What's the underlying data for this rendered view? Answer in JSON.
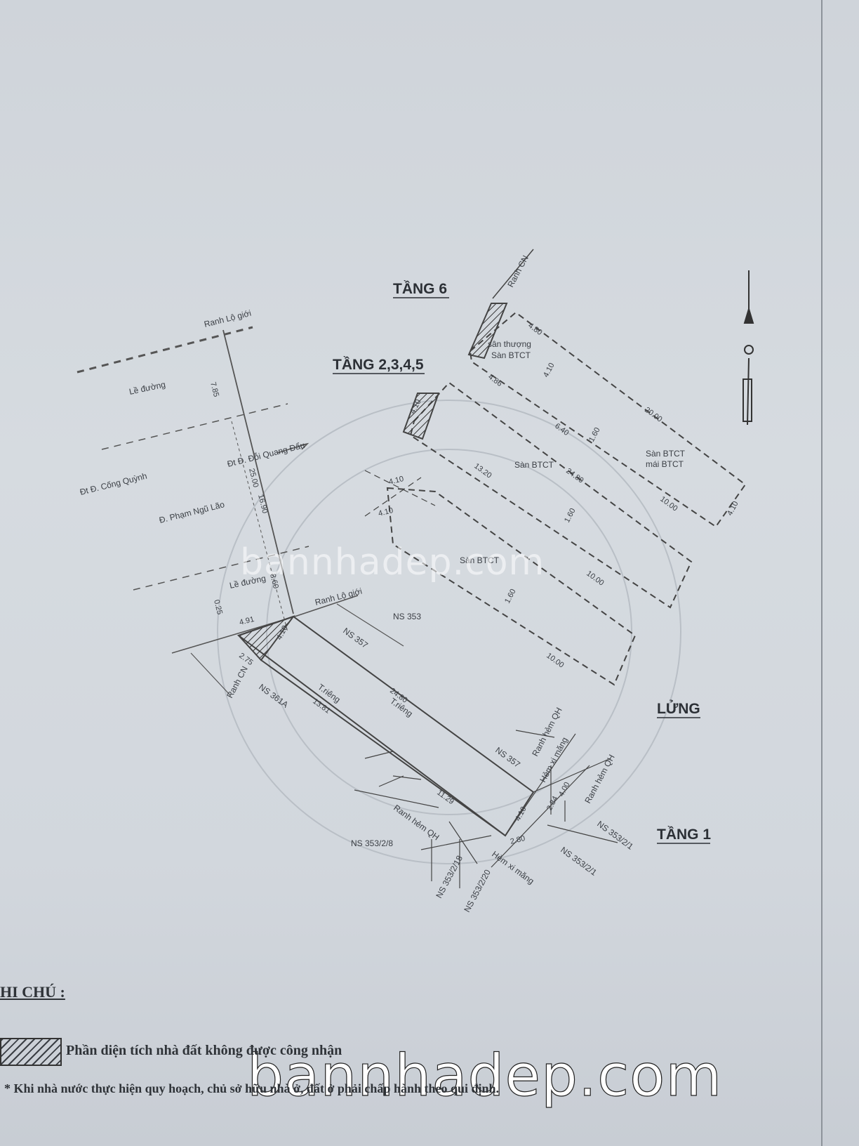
{
  "headings": {
    "tang6": "TẦNG 6",
    "tang2345": "TẦNG 2,3,4,5",
    "lung": "LỬNG",
    "tang1": "TẦNG 1"
  },
  "site_labels": {
    "ranh_lo_gioi": "Ranh Lộ giới",
    "ranh_lo_gioi_2": "Ranh Lộ giới",
    "ranh_cn": "Ranh CN",
    "ranh_cn_2": "Ranh CN",
    "le_duong": "Lề đường",
    "le_duong_2": "Lề đường",
    "street_doi_quang_dau": "Đt Đ. Đỗi Quang Đẩu",
    "street_cong_quynh": "Đt Đ. Cống Quỳnh",
    "street_pham_ngu_lao": "Đ. Phạm Ngũ Lão",
    "ns353": "NS 353",
    "ns357_a": "NS 357",
    "ns357_b": "NS 357",
    "ns361a": "NS 361A",
    "t_rieng_a": "T.riêng",
    "t_rieng_b": "T.riêng",
    "ranh_hem_qh_a": "Ranh hẻm QH",
    "ranh_hem_qh_b": "Ranh hẻm QH",
    "ranh_hem_qh_c": "Ranh hẻm QH",
    "hem_xi_mang_a": "Hẻm xi măng",
    "hem_xi_mang_b": "Hẻm xi măng",
    "ns353_2_8": "NS 353/2/8",
    "ns353_2_18": "NS 353/2/18",
    "ns353_2_20": "NS 353/2/20",
    "ns353_2_1a": "NS 353/2/1",
    "ns353_2_1b": "NS 353/2/1"
  },
  "floor_labels": {
    "san_thuong": "sân thượng",
    "san_btct_6": "Sàn BTCT",
    "san_btct_mid": "Sàn BTCT",
    "san_btct_lung": "Sàn BTCT",
    "san_btct_right": "Sàn BTCT",
    "mai_btct": "mái BTCT"
  },
  "dimensions": {
    "d7_85": "7.85",
    "d25_00": "25.00",
    "d16_90": "16.90",
    "d0_25": "0.25",
    "d8_60": "8.60",
    "d4_10_a": "4.10",
    "d4_10_b": "4.10",
    "d4_10_c": "4.10",
    "d4_10_d": "4.10",
    "d4_10_e": "4.10",
    "d4_10_f": "4.10",
    "d4_10_g": "4.10",
    "d4_80": "4.80",
    "d4_86": "4.86",
    "d20_00": "20.00",
    "d6_40": "6.40",
    "d24_80_a": "24.80",
    "d24_80_b": "24.80",
    "d13_20": "13.20",
    "d10_00_a": "10.00",
    "d10_00_b": "10.00",
    "d10_00_c": "10.00",
    "d1_60_a": "1.60",
    "d1_60_b": "1.60",
    "d1_60_c": "1.60",
    "d4_91": "4.91",
    "d2_75": "2.75",
    "d13_81": "13.81",
    "d11_29": "11.29",
    "d2_84": "2.84",
    "d4_00": "4.00",
    "d2_80": "2.80"
  },
  "notes": {
    "title": "HI CHÚ :",
    "legend_text": "Phần diện tích nhà đất không được công nhận",
    "footnote": "* Khi nhà nước thực hiện quy hoạch, chủ sở hữu nhà ở, đất ở phải chấp hành theo qui định."
  },
  "watermark": {
    "small": "bannhadep.com",
    "large": "bannhadep.com"
  },
  "icons": {
    "north_arrow": "north-arrow-icon",
    "hatch": "hatch-pattern"
  }
}
